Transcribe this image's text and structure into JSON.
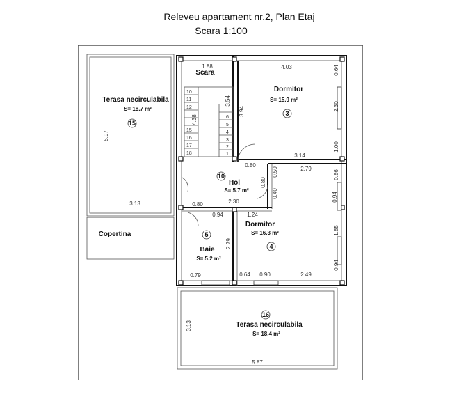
{
  "title": "Releveu apartament nr.2, Plan Etaj",
  "scale": "Scara 1:100",
  "rooms": {
    "terasa15": {
      "name": "Terasa necirculabila",
      "area": "S= 18.7 m²",
      "number": "15"
    },
    "scara": {
      "name": "Scara"
    },
    "dormitor3": {
      "name": "Dormitor",
      "area": "S= 15.9 m²",
      "number": "3"
    },
    "hol": {
      "name": "Hol",
      "area": "S= 5.7 m²",
      "number": "10"
    },
    "baie": {
      "name": "Baie",
      "area": "S= 5.2 m²",
      "number": "5"
    },
    "dormitor4": {
      "name": "Dormitor",
      "area": "S= 16.3 m²",
      "number": "4"
    },
    "terasa16": {
      "name": "Terasa necirculabila",
      "area": "S= 18.4 m²",
      "number": "16"
    },
    "copertina": {
      "name": "Copertina"
    }
  },
  "stair_steps_left": [
    "10",
    "11",
    "12",
    "",
    "",
    "15",
    "16",
    "17",
    "18"
  ],
  "stair_steps_right": [
    "",
    "6",
    "5",
    "4",
    "3",
    "2",
    "1"
  ],
  "dimensions": {
    "scara_width": "1.88",
    "dorm3_width": "4.03",
    "d064a": "0.64",
    "d230a": "2.30",
    "d100": "1.00",
    "d394": "3.94",
    "d354": "3.54",
    "d438": "4.38",
    "t15_height": "5.97",
    "t15_width": "3.13",
    "d080a": "0.80",
    "d314": "3.14",
    "d279a": "2.79",
    "d050": "0.50",
    "d086": "0.86",
    "d080b": "0.80",
    "d040": "0.40",
    "d080c": "0.80",
    "d230b": "2.30",
    "d094a": "0.94",
    "d124": "1.24",
    "d094b": "0.94",
    "d279b": "2.79",
    "d185": "1.85",
    "d094c": "0.94",
    "d079": "0.79",
    "d064b": "0.64",
    "d090": "0.90",
    "d249": "2.49",
    "t16_height": "3.13",
    "t16_width": "5.87"
  }
}
